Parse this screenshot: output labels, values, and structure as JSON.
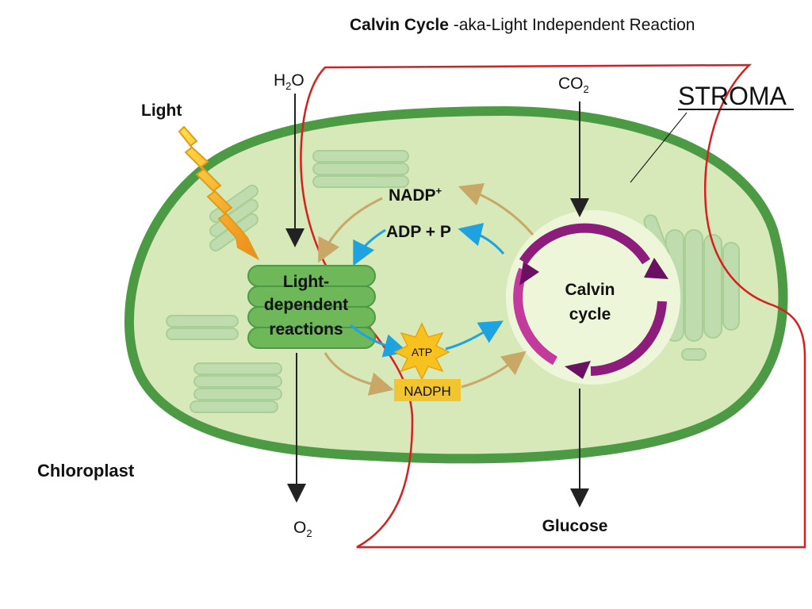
{
  "title": {
    "main": "Calvin Cycle",
    "rest": " -aka-Light Independent Reaction"
  },
  "labels": {
    "stroma": "STROMA",
    "light": "Light",
    "h2o_h": "H",
    "h2o_sub": "2",
    "h2o_o": "O",
    "co2_co": "CO",
    "co2_sub": "2",
    "o2_o": "O",
    "o2_sub": "2",
    "nadp_main": "NADP",
    "nadp_sup": "+",
    "adp": "ADP + P",
    "atp": "ATP",
    "nadph": "NADPH",
    "ldr_line1": "Light-",
    "ldr_line2": "dependent",
    "ldr_line3": "reactions",
    "calvin_line1": "Calvin",
    "calvin_line2": "cycle",
    "glucose": "Glucose",
    "chloroplast": "Chloroplast"
  },
  "colors": {
    "chloroplast_fill": "#d7e9b9",
    "chloroplast_border": "#4d9a45",
    "thylakoid": "#b6d7a3",
    "grana": "#6fb85a",
    "stroma_outline": "#d81e1e",
    "calvin_ring": "#8c1d7a",
    "calvin_center": "#eef6da",
    "blue_arrow": "#1fa3e0",
    "tan_arrow": "#c9a766",
    "atp_star": "#f7c21d",
    "nadph_box": "#f2c530",
    "light_bolt": "#f0b61a"
  }
}
